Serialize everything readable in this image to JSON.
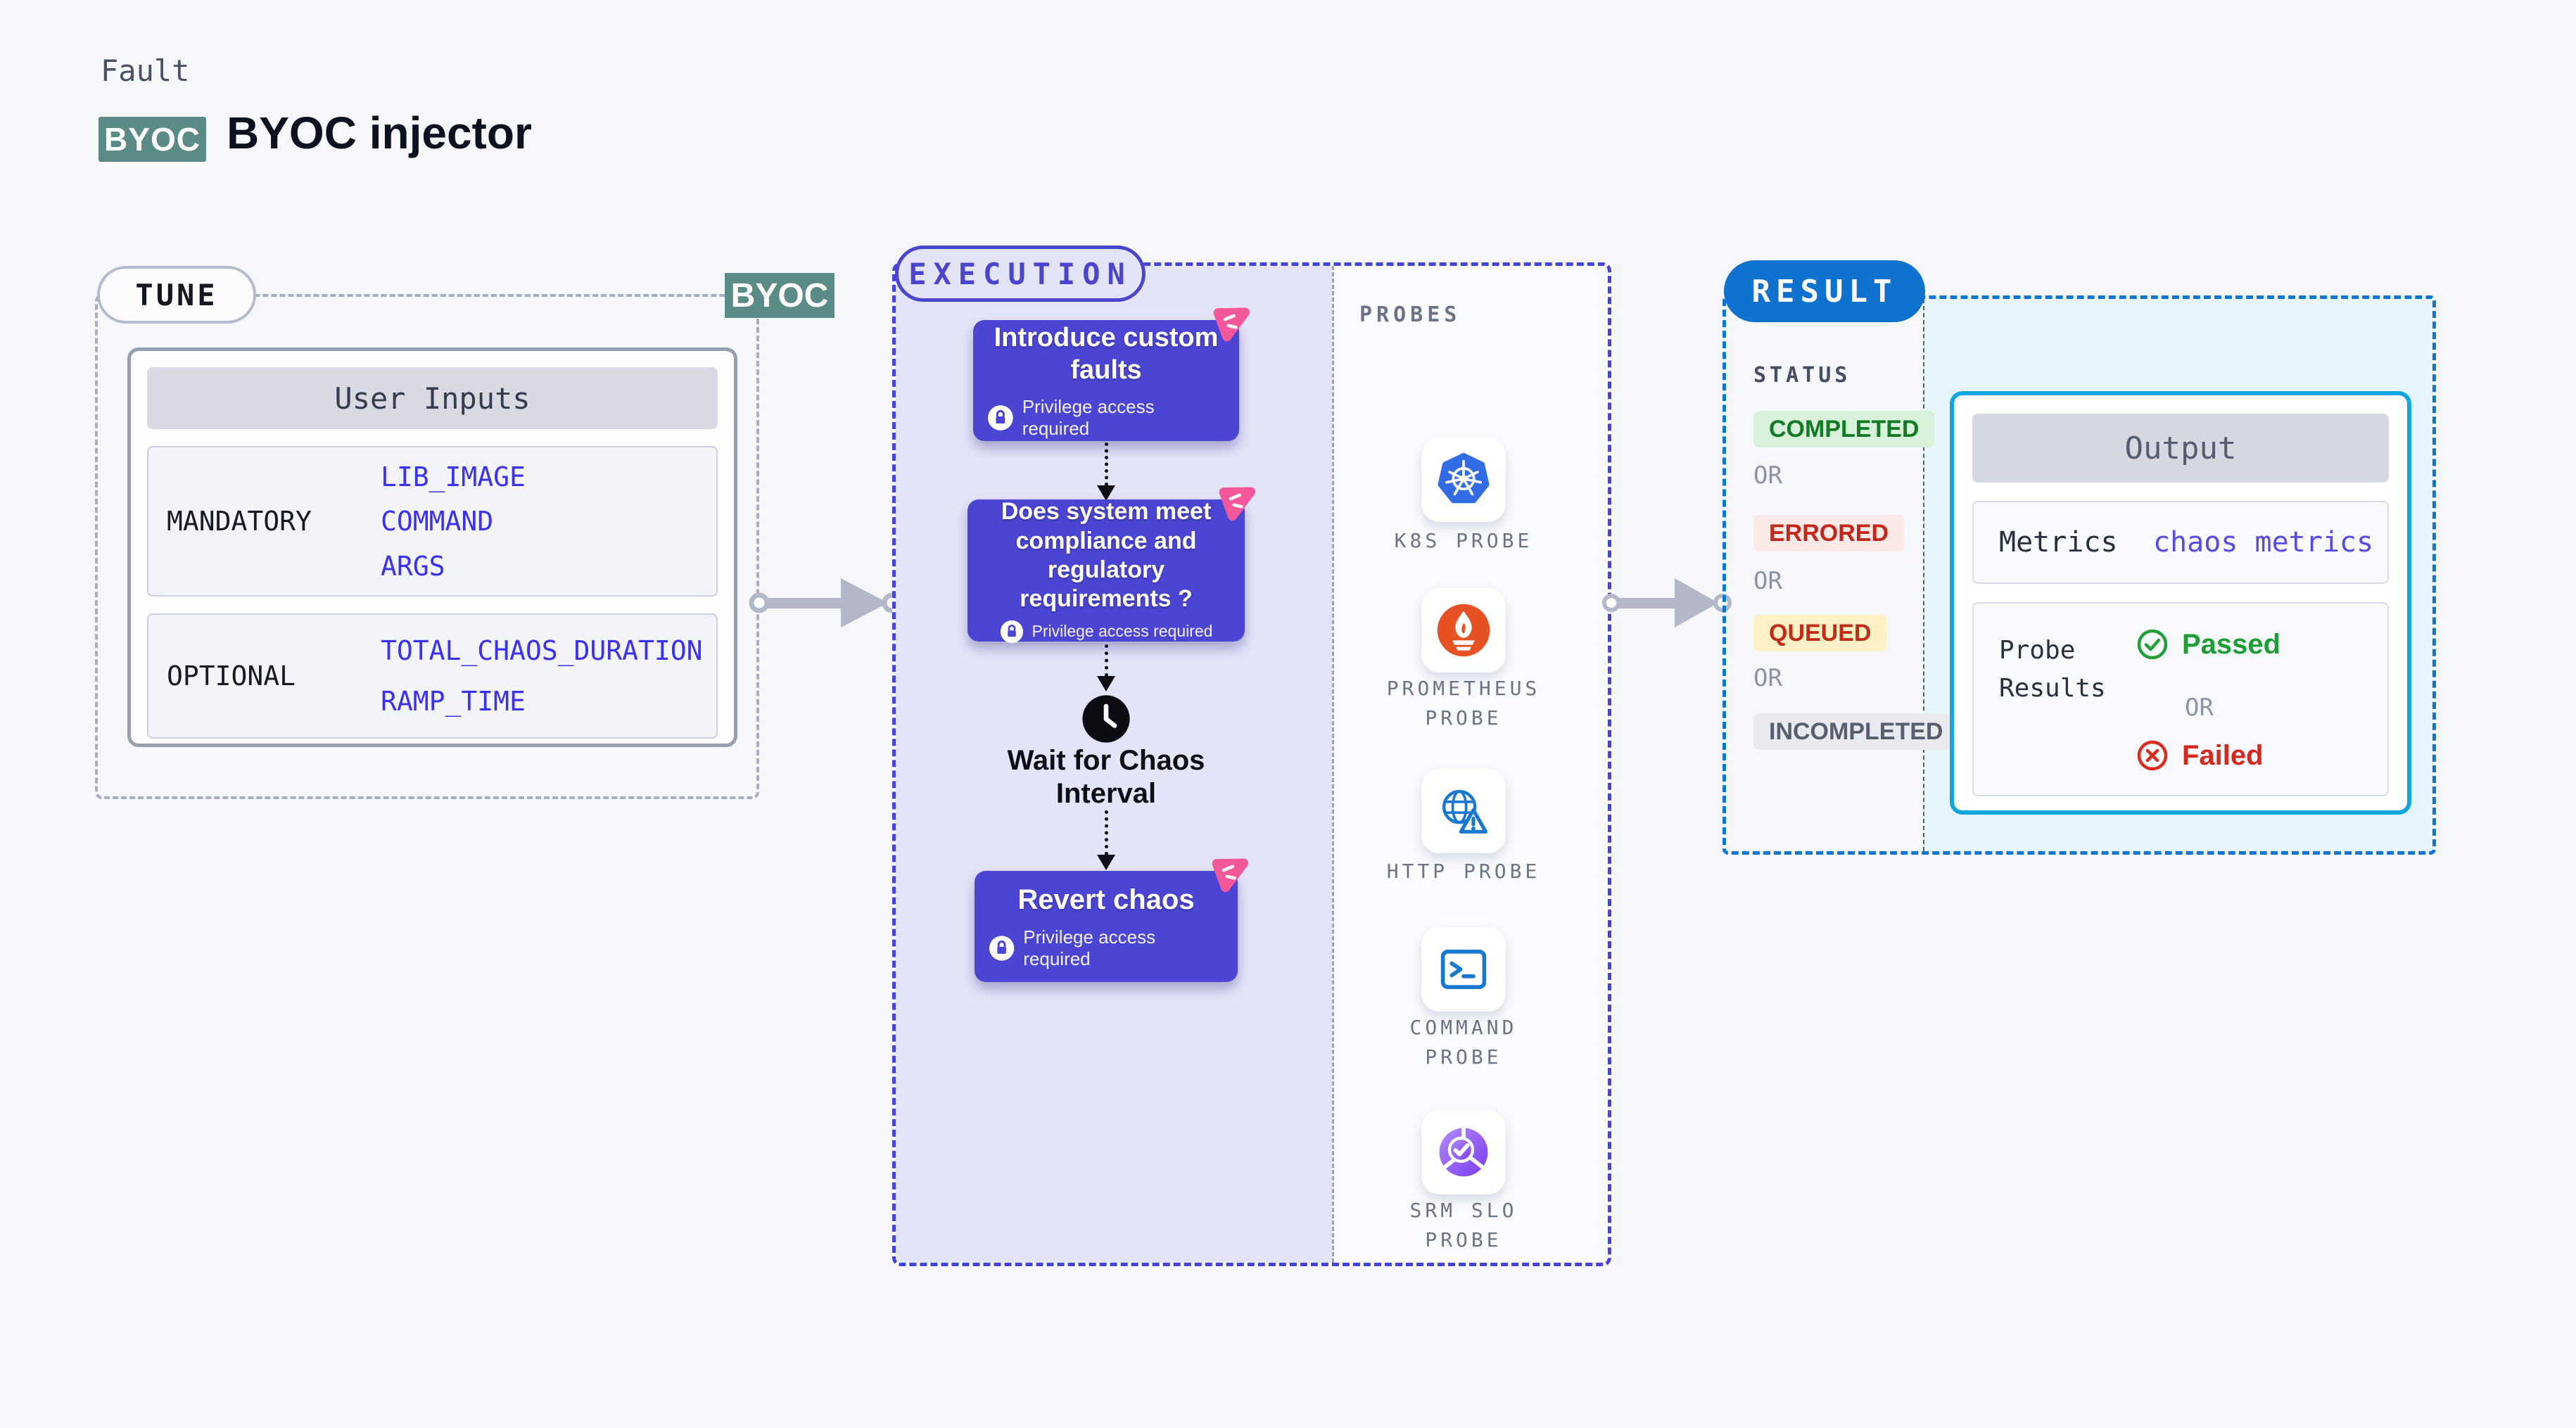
{
  "page": {
    "kicker": "Fault",
    "badge": "BYOC",
    "title": "BYOC injector"
  },
  "tune": {
    "label": "TUNE",
    "tag": "BYOC",
    "table": {
      "header": "User Inputs",
      "rows": [
        {
          "label": "MANDATORY",
          "values": [
            "LIB_IMAGE",
            "COMMAND",
            "ARGS"
          ]
        },
        {
          "label": "OPTIONAL",
          "values": [
            "TOTAL_CHAOS_DURATION",
            "RAMP_TIME"
          ]
        }
      ]
    }
  },
  "execution": {
    "label": "EXECUTION",
    "steps": [
      {
        "title": "Introduce custom faults",
        "note": "Privilege access required"
      },
      {
        "title": "Does system meet compliance and regulatory requirements ?",
        "note": "Privilege access required"
      },
      {
        "title": "Revert chaos",
        "note": "Privilege access required"
      }
    ],
    "wait_step": "Wait for Chaos Interval"
  },
  "probes": {
    "label": "PROBES",
    "items": [
      {
        "name": "K8S PROBE",
        "icon": "kubernetes-icon"
      },
      {
        "name": "PROMETHEUS PROBE",
        "icon": "prometheus-icon"
      },
      {
        "name": "HTTP PROBE",
        "icon": "globe-warning-icon"
      },
      {
        "name": "COMMAND PROBE",
        "icon": "terminal-icon"
      },
      {
        "name": "SRM SLO PROBE",
        "icon": "srm-slo-icon"
      }
    ]
  },
  "result": {
    "label": "RESULT",
    "status_label": "STATUS",
    "or": "OR",
    "statuses": [
      "COMPLETED",
      "ERRORED",
      "QUEUED",
      "INCOMPLETED"
    ],
    "output": {
      "header": "Output",
      "metrics_label": "Metrics",
      "metrics_value": "chaos metrics",
      "probe_results_label": "Probe Results",
      "passed": "Passed",
      "failed": "Failed"
    }
  },
  "colors": {
    "teal_badge": "#5a8b87",
    "accent_purple": "#4c45d4",
    "execution_border": "#4643d8",
    "result_blue": "#0f72ce",
    "output_cyan": "#12a6de",
    "pink_marker": "#f4589a",
    "input_link_blue": "#3a31f2",
    "passed_green": "#1d9e34",
    "failed_red": "#d6281e",
    "completed_green": "#117a25",
    "errored_red": "#c3271b",
    "queued_amber_bg": "#fdf0c5"
  }
}
